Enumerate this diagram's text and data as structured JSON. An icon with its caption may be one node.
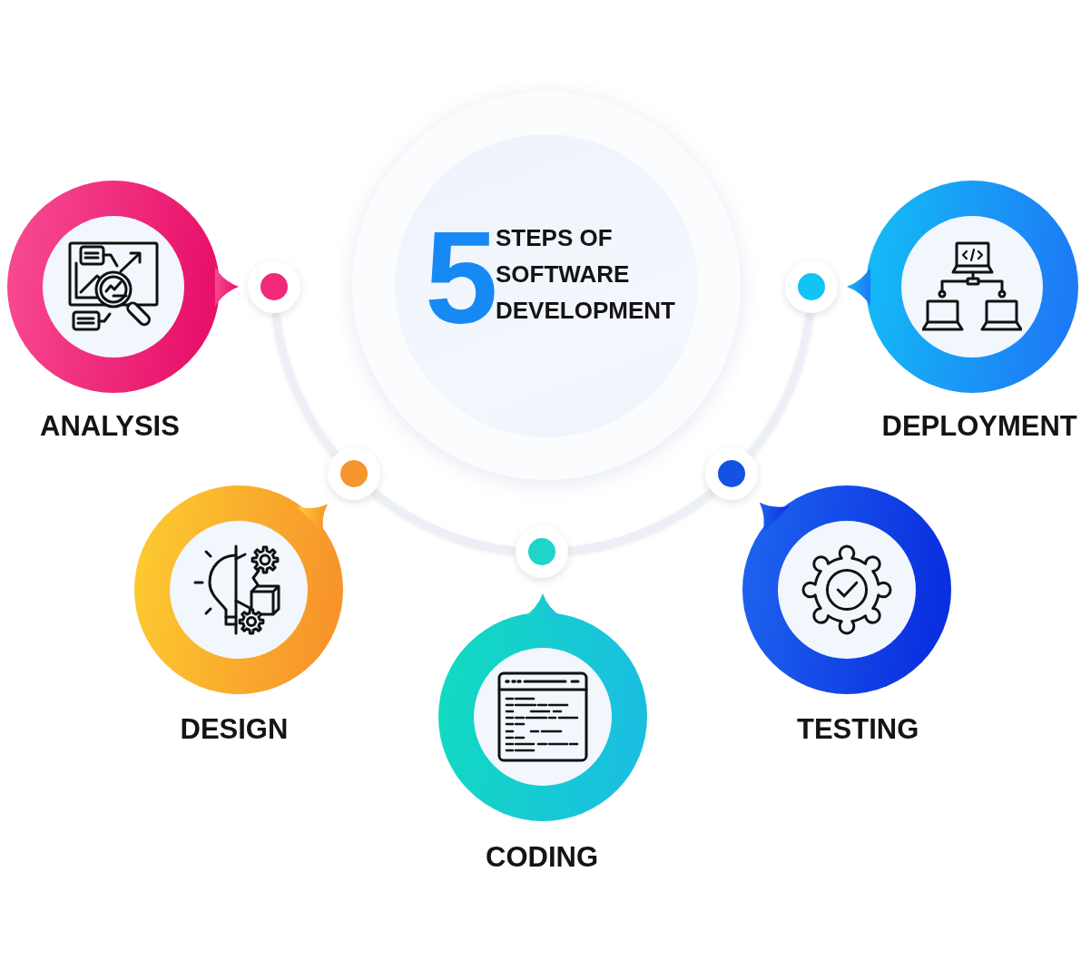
{
  "diagram": {
    "nodes": [
      {
        "text": [
          "5",
          "STEPS OF SOFTWARE DEVELOPMENT"
        ]
      },
      {
        "text": [
          "ANALYSIS"
        ]
      },
      {
        "text": [
          "DESIGN"
        ]
      },
      {
        "text": [
          "CODING"
        ]
      },
      {
        "text": [
          "TESTING"
        ]
      },
      {
        "text": [
          "DEPLOYMENT"
        ]
      },
      {
        "text": [],
        "shape": "circle"
      },
      {
        "text": [],
        "shape": "circle"
      },
      {
        "text": [],
        "shape": "circle"
      },
      {
        "text": [],
        "shape": "circle"
      },
      {
        "text": [],
        "shape": "circle"
      }
    ],
    "edges": [
      {
        "from": 6,
        "to": 7,
        "arrow": "none"
      },
      {
        "from": 7,
        "to": 8,
        "arrow": "none"
      },
      {
        "from": 8,
        "to": 9,
        "arrow": "none"
      },
      {
        "from": 9,
        "to": 10,
        "arrow": "none"
      }
    ]
  }
}
